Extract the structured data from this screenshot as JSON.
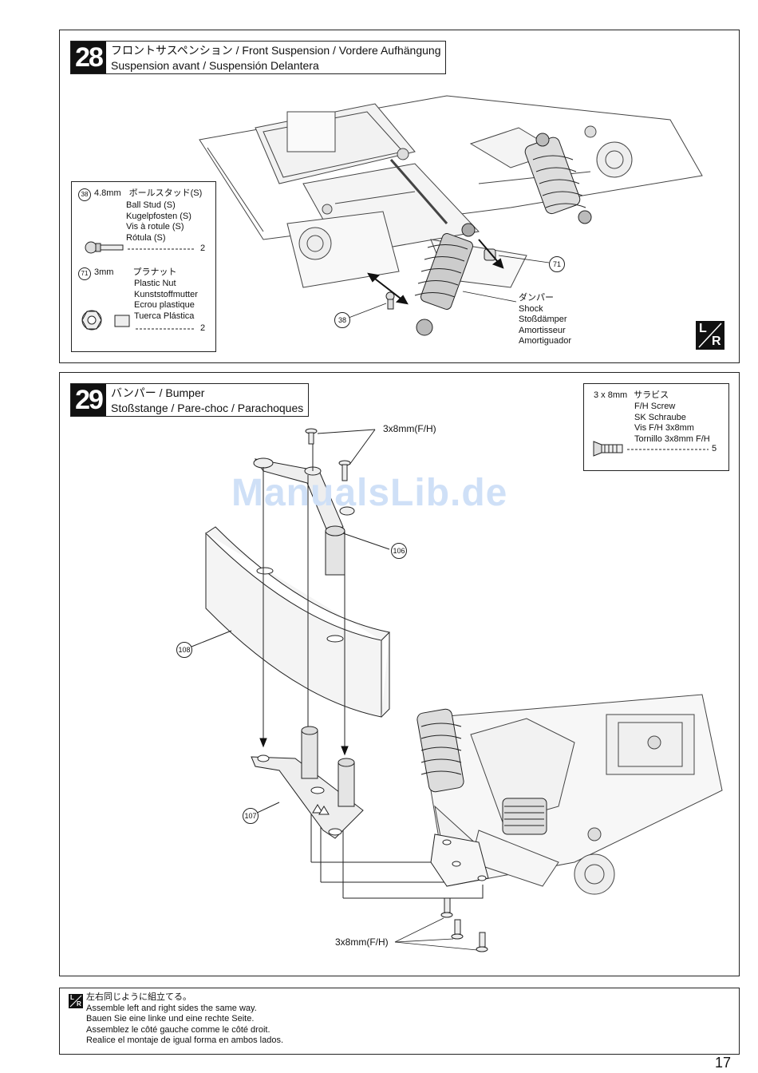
{
  "step28": {
    "number": "28",
    "title_line1": "フロントサスペンション / Front Suspension / Vordere Aufhängung",
    "title_line2": "Suspension avant / Suspensión Delantera",
    "parts": [
      {
        "no": "38",
        "size": "4.8mm",
        "names": [
          "ボールスタッド(S)",
          "Ball Stud (S)",
          "Kugelpfosten (S)",
          "Vis à rotule (S)",
          "Rótula (S)"
        ],
        "qty": "2"
      },
      {
        "no": "71",
        "size": "3mm",
        "names": [
          "プラナット",
          "Plastic Nut",
          "Kunststoffmutter",
          "Ecrou plastique",
          "Tuerca Plástica"
        ],
        "qty": "2"
      }
    ],
    "callout_71": "71",
    "callout_38": "38",
    "shock_label": [
      "ダンパー",
      "Shock",
      "Stoßdämper",
      "Amortisseur",
      "Amortiguador"
    ]
  },
  "step29": {
    "number": "29",
    "title_line1": "バンパー / Bumper",
    "title_line2": "Stoßstange / Pare-choc / Parachoques",
    "screw_box": {
      "size": "3 x 8mm",
      "names": [
        "サラビス",
        "F/H Screw",
        "SK Schraube",
        "Vis F/H 3x8mm",
        "Tornillo 3x8mm F/H"
      ],
      "qty": "5"
    },
    "screw_label_top": "3x8mm(F/H)",
    "screw_label_bottom": "3x8mm(F/H)",
    "callout_106": "106",
    "callout_108": "108",
    "callout_107": "107"
  },
  "watermark": "ManualsLib.de",
  "note": {
    "lines": [
      "左右同じように組立てる。",
      "Assemble left and right sides the same way.",
      "Bauen Sie eine linke und eine rechte Seite.",
      "Assemblez le côté gauche comme le côté droit.",
      "Realice el montaje de igual forma en ambos lados."
    ]
  },
  "lr_badge": {
    "left": "L",
    "right": "R"
  },
  "page_number": "17"
}
